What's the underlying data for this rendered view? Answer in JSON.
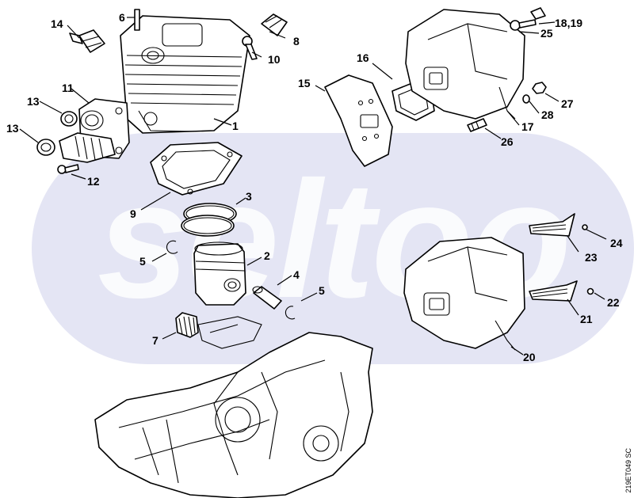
{
  "watermark": {
    "text": "seltoo",
    "color": "#e4e5f4"
  },
  "document_code": "219ET049 SC",
  "callouts": [
    {
      "id": "1",
      "text": "1"
    },
    {
      "id": "2",
      "text": "2"
    },
    {
      "id": "3",
      "text": "3"
    },
    {
      "id": "4",
      "text": "4"
    },
    {
      "id": "5a",
      "text": "5"
    },
    {
      "id": "5b",
      "text": "5"
    },
    {
      "id": "6",
      "text": "6"
    },
    {
      "id": "7",
      "text": "7"
    },
    {
      "id": "8",
      "text": "8"
    },
    {
      "id": "9",
      "text": "9"
    },
    {
      "id": "10",
      "text": "10"
    },
    {
      "id": "11",
      "text": "11"
    },
    {
      "id": "12",
      "text": "12"
    },
    {
      "id": "13a",
      "text": "13"
    },
    {
      "id": "13b",
      "text": "13"
    },
    {
      "id": "14",
      "text": "14"
    },
    {
      "id": "15",
      "text": "15"
    },
    {
      "id": "16",
      "text": "16"
    },
    {
      "id": "17",
      "text": "17"
    },
    {
      "id": "18_19",
      "text": "18,19"
    },
    {
      "id": "20",
      "text": "20"
    },
    {
      "id": "21",
      "text": "21"
    },
    {
      "id": "22",
      "text": "22"
    },
    {
      "id": "23",
      "text": "23"
    },
    {
      "id": "24",
      "text": "24"
    },
    {
      "id": "25",
      "text": "25"
    },
    {
      "id": "26",
      "text": "26"
    },
    {
      "id": "27",
      "text": "27"
    },
    {
      "id": "28",
      "text": "28"
    }
  ],
  "parts": [
    {
      "id": "cylinder",
      "icon": "cylinder-icon"
    },
    {
      "id": "piston",
      "icon": "piston-icon"
    },
    {
      "id": "piston-rings",
      "icon": "ring-icon"
    },
    {
      "id": "piston-pin",
      "icon": "pin-icon"
    },
    {
      "id": "circlip",
      "icon": "circlip-icon"
    },
    {
      "id": "needle-cage",
      "icon": "bearing-icon"
    },
    {
      "id": "gasket",
      "icon": "gasket-icon"
    },
    {
      "id": "muffler",
      "icon": "muffler-icon"
    },
    {
      "id": "crankcase",
      "icon": "crankcase-icon"
    }
  ]
}
